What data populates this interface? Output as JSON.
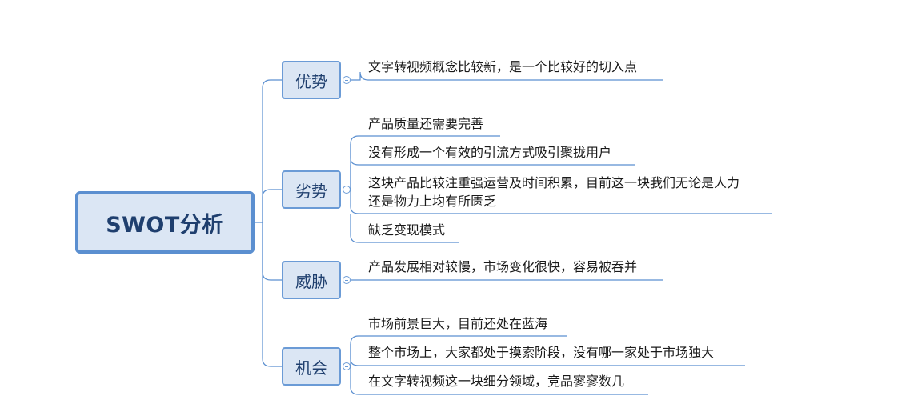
{
  "root": {
    "label": "SWOT分析"
  },
  "branches": [
    {
      "label": "优势",
      "items": [
        "文字转视频概念比较新，是一个比较好的切入点"
      ]
    },
    {
      "label": "劣势",
      "items": [
        "产品质量还需要完善",
        "没有形成一个有效的引流方式吸引聚拢用户",
        "这块产品比较注重强运营及时间积累，目前这一块我们无论是人力",
        "还是物力上均有所匮乏",
        "缺乏变现模式"
      ]
    },
    {
      "label": "威胁",
      "items": [
        "产品发展相对较慢，市场变化很快，容易被吞并"
      ]
    },
    {
      "label": "机会",
      "items": [
        "市场前景巨大，目前还处在蓝海",
        "整个市场上，大家都处于摸索阶段，没有哪一家处于市场独大",
        "在文字转视频这一块细分领域，竞品寥寥数几"
      ]
    }
  ],
  "colors": {
    "line": "#5b8fd0",
    "node_fill": "#dbe6f4",
    "text": "#1f3f6e"
  }
}
